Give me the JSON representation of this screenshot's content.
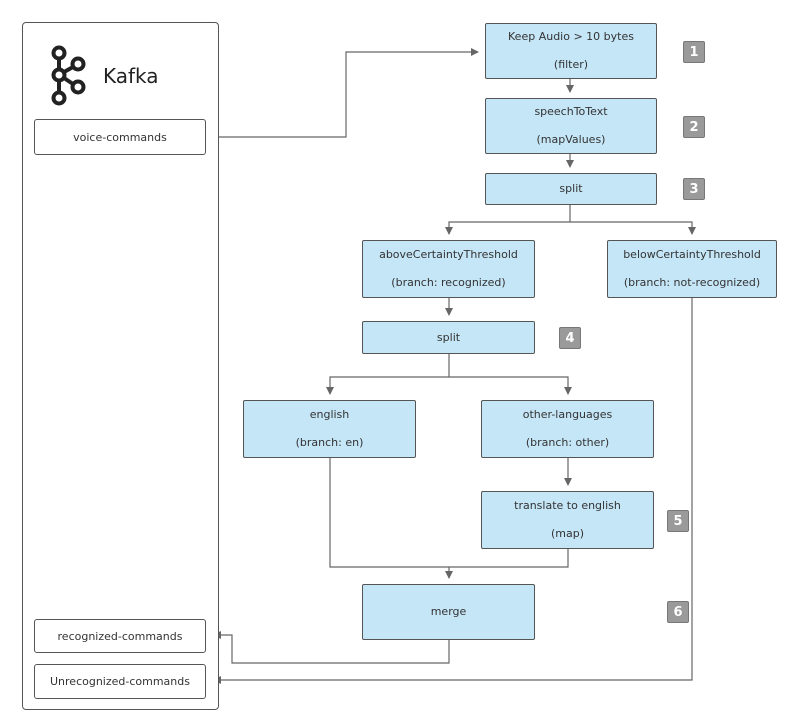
{
  "kafka": {
    "title": "Kafka",
    "logo_icon": "kafka-logo-icon"
  },
  "topics": {
    "voice_commands": "voice-commands",
    "recognized_commands": "recognized-commands",
    "unrecognized_commands": "Unrecognized-commands"
  },
  "steps": {
    "keep_audio": {
      "line1": "Keep Audio > 10 bytes",
      "line2": "(filter)"
    },
    "speech_to_text": {
      "line1": "speechToText",
      "line2": "(mapValues)"
    },
    "split1": {
      "line1": "split"
    },
    "above": {
      "line1": "aboveCertaintyThreshold",
      "line2": "(branch: recognized)"
    },
    "below": {
      "line1": "belowCertaintyThreshold",
      "line2": "(branch: not-recognized)"
    },
    "split2": {
      "line1": "split"
    },
    "english": {
      "line1": "english",
      "line2": "(branch: en)"
    },
    "other": {
      "line1": "other-languages",
      "line2": "(branch: other)"
    },
    "translate": {
      "line1": "translate to english",
      "line2": "(map)"
    },
    "merge": {
      "line1": "merge"
    }
  },
  "badges": [
    "1",
    "2",
    "3",
    "4",
    "5",
    "6"
  ],
  "colors": {
    "processor_fill": "#c5e6f7",
    "border": "#555555",
    "badge_fill": "#9a9a9a",
    "arrow": "#666666"
  }
}
